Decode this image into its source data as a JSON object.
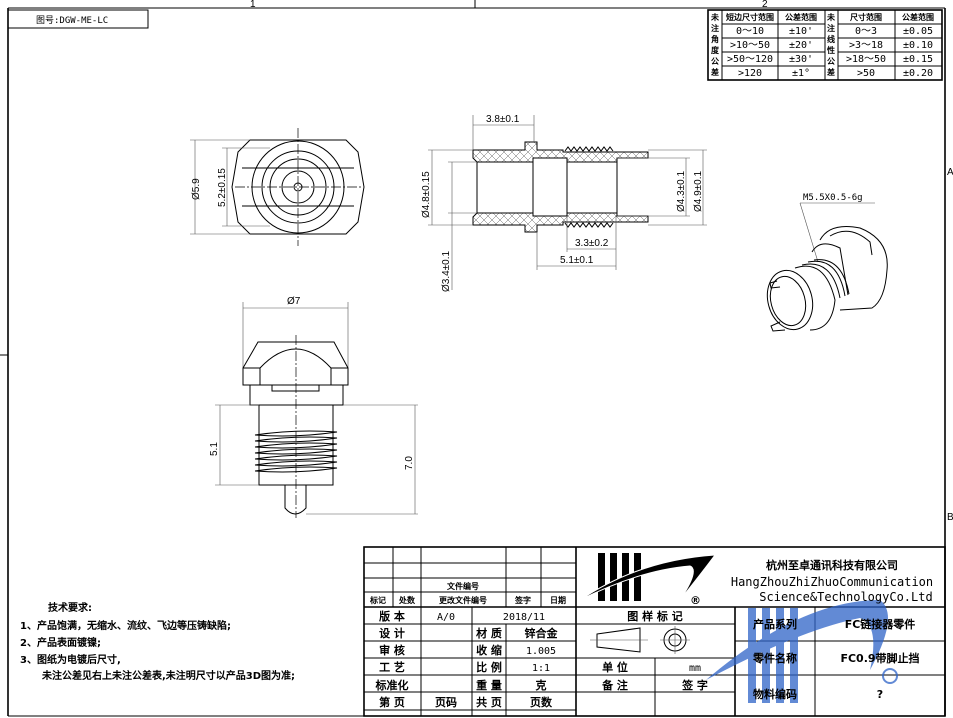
{
  "drawing_number": "图号:DGW-ME-LC",
  "zone_markers": {
    "col1": "1",
    "col2": "2",
    "rowA": "A",
    "rowB": "B"
  },
  "tolerance_table": {
    "angle_label": [
      "未",
      "注",
      "角",
      "度",
      "公",
      "差"
    ],
    "linear_label": [
      "未",
      "注",
      "线",
      "性",
      "公",
      "差"
    ],
    "angle_headers": [
      "短边尺寸范围",
      "公差范围"
    ],
    "linear_headers": [
      "尺寸范围",
      "公差范围"
    ],
    "angle_rows": [
      {
        "range": "0～10",
        "tol": "±10'"
      },
      {
        "range": ">10～50",
        "tol": "±20'"
      },
      {
        "range": ">50～120",
        "tol": "±30'"
      },
      {
        "range": ">120",
        "tol": "±1°"
      }
    ],
    "linear_rows": [
      {
        "range": "0～3",
        "tol": "±0.05"
      },
      {
        "range": ">3～18",
        "tol": "±0.10"
      },
      {
        "range": ">18～50",
        "tol": "±0.15"
      },
      {
        "range": ">50",
        "tol": "±0.20"
      }
    ]
  },
  "dimensions": {
    "front_outer": "Ø5.9",
    "front_inner": "5.2±0.15",
    "sec_len_flange": "3.8±0.1",
    "sec_od": "Ø4.8±0.15",
    "sec_bore": "Ø3.4±0.1",
    "sec_rear_id": "Ø4.3±0.1",
    "sec_rear_od": "Ø4.9±0.1",
    "sec_thread_len": "3.3±0.2",
    "sec_len_rear": "5.1±0.1",
    "side_dia": "Ø7",
    "side_thread_h": "5.1",
    "side_total_h": "7.0",
    "thread_callout": "M5.5X0.5-6g"
  },
  "tech_requirements": {
    "title": "技术要求:",
    "items": [
      "1、产品饱满，无缩水、流纹、飞边等压铸缺陷;",
      "2、产品表面镀镍;",
      "3、图纸为电镀后尺寸,",
      "未注公差见右上未注公差表,未注明尺寸以产品3D图为准;"
    ]
  },
  "title_block": {
    "rev_header": {
      "file_no": "文件编号",
      "mark": "标记",
      "count": "处数",
      "change_no": "更改文件编号",
      "sign": "签字",
      "date": "日期"
    },
    "version_label": "版 本",
    "version": "A/0",
    "date": "2018/11",
    "design_label": "设 计",
    "review_label": "审 核",
    "process_label": "工 艺",
    "std_label": "标准化",
    "page_label": "第 页",
    "page_value": "页码",
    "total_label": "共 页",
    "total_value": "页数",
    "material_label": "材 质",
    "material": "锌合金",
    "shrink_label": "收 缩",
    "shrink": "1.005",
    "scale_label": "比 例",
    "scale": "1:1",
    "weight_label": "重 量",
    "weight": "克",
    "sample_mark_label": "图 样 标 记",
    "unit_label": "单 位",
    "unit": "mm",
    "note_label": "备 注",
    "sign_label": "签 字",
    "company_cn": "杭州至卓通讯科技有限公司",
    "company_en_1": "HangZhouZhiZhuoCommunication",
    "company_en_2": "Science&TechnologyCo.Ltd",
    "series_label": "产品系列",
    "series": "FC链接器零件",
    "part_name_label": "零件名称",
    "part_name": "FC0.9带脚止挡",
    "material_code_label": "物料编码",
    "material_code": "?",
    "logo_mark": "®"
  }
}
